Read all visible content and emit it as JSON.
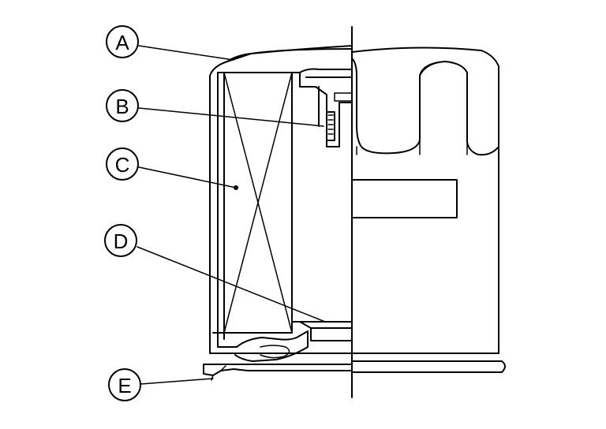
{
  "callouts": [
    {
      "id": "A",
      "label": "A"
    },
    {
      "id": "B",
      "label": "B"
    },
    {
      "id": "C",
      "label": "C"
    },
    {
      "id": "D",
      "label": "D"
    },
    {
      "id": "E",
      "label": "E"
    }
  ],
  "colors": {
    "line": "#000000",
    "background": "#ffffff"
  }
}
